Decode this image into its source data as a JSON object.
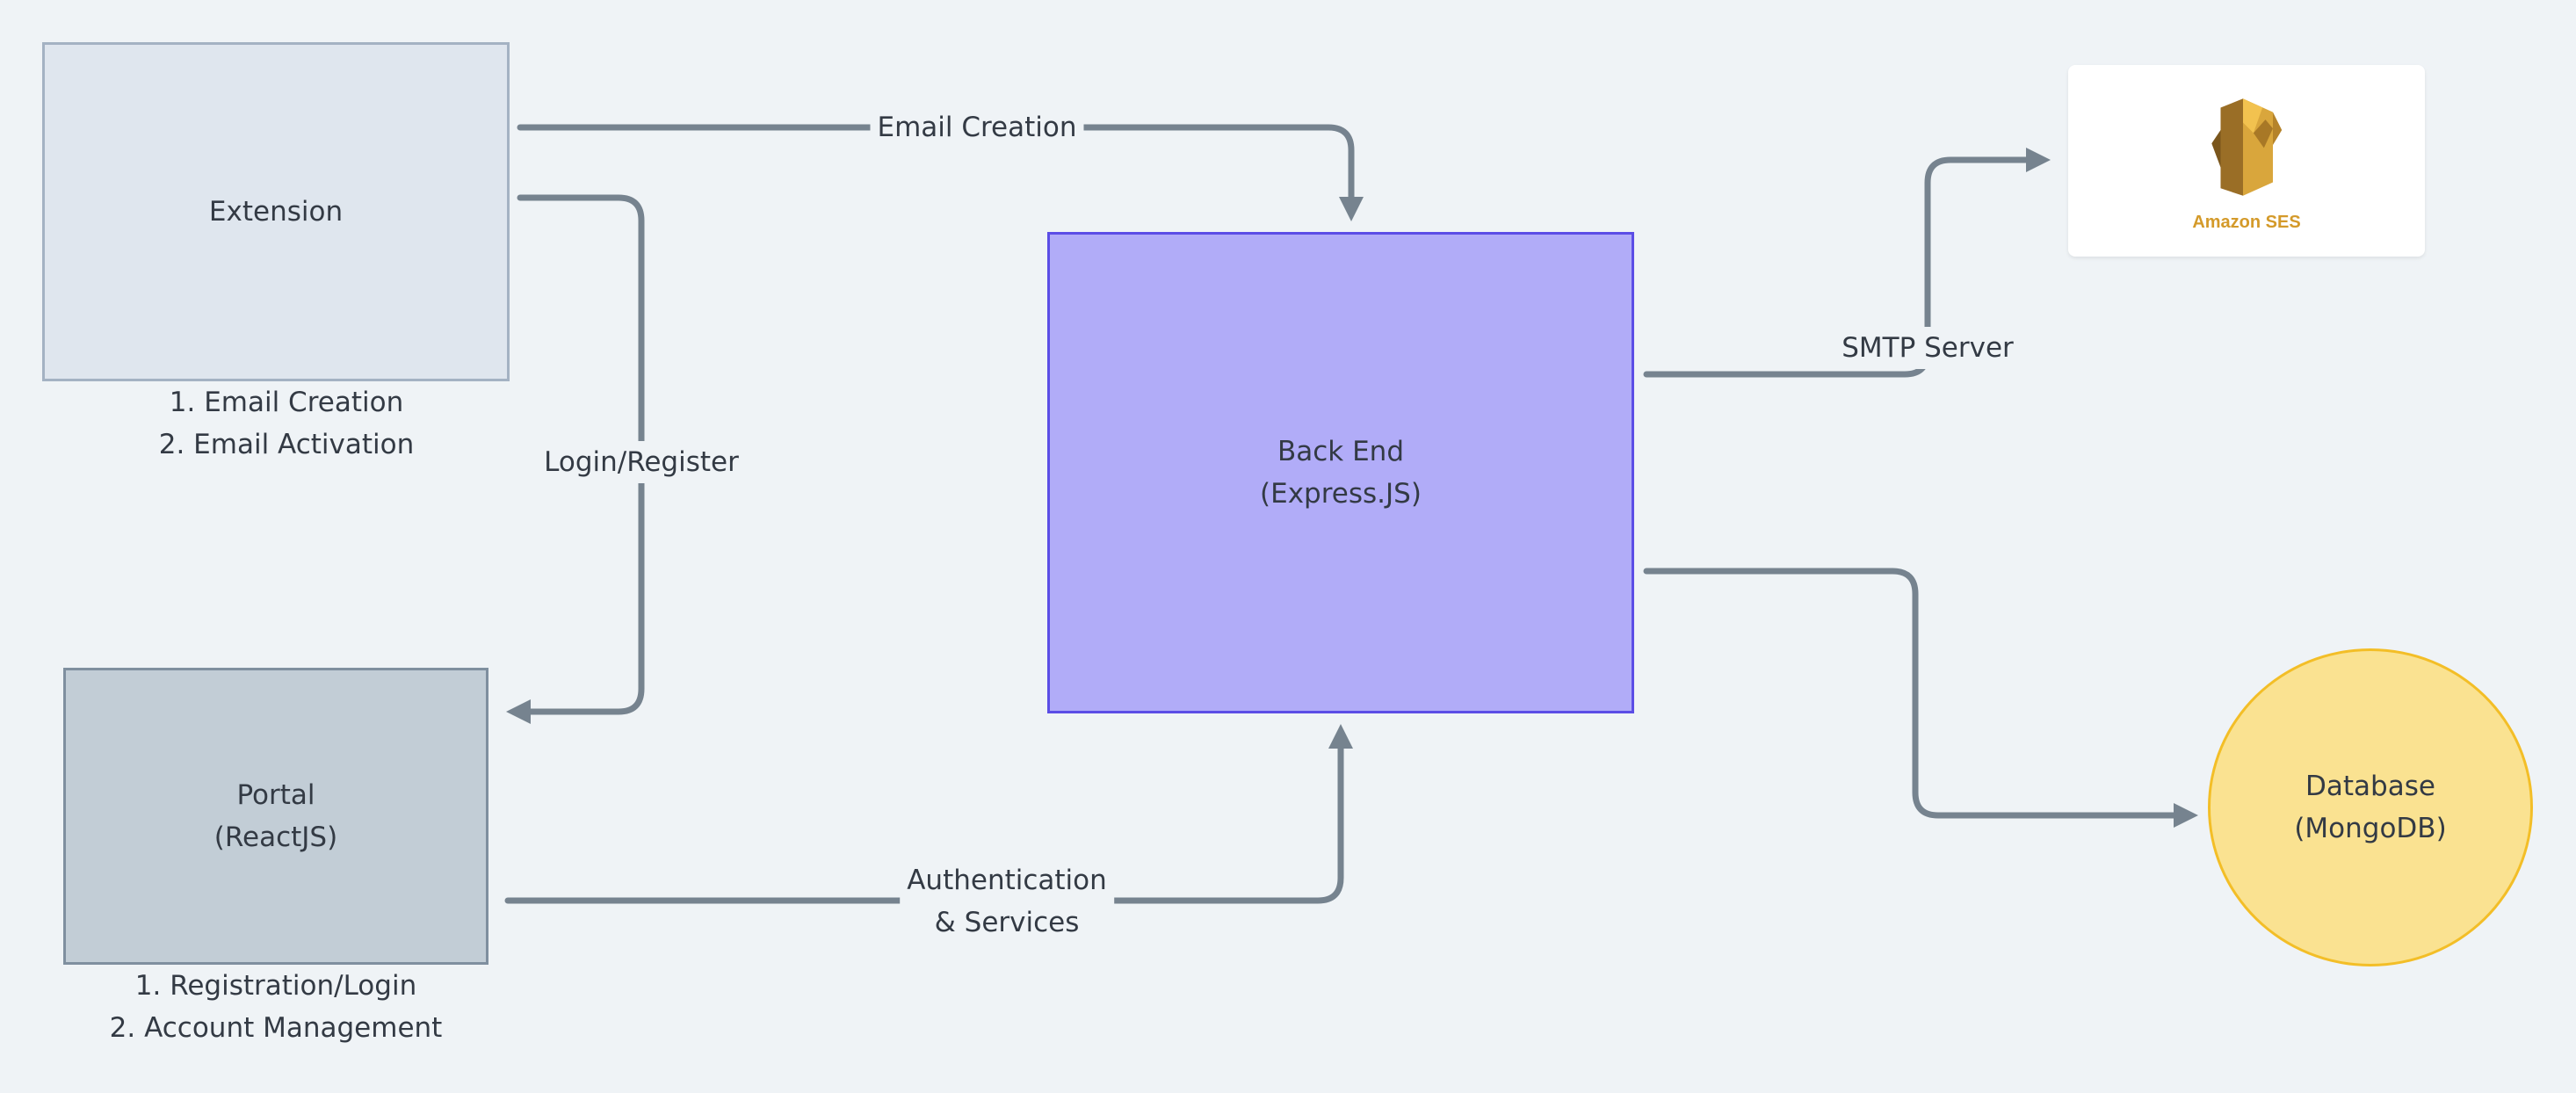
{
  "colors": {
    "background": "#eff3f6",
    "connector": "#76838f",
    "extension_fill": "#dfe6ee",
    "portal_fill": "#c2cdd6",
    "backend_fill": "#b1acf8",
    "database_fill": "#fae291",
    "ses_orange": "#d49a2a"
  },
  "nodes": {
    "extension": {
      "label": "Extension"
    },
    "portal": {
      "line1": "Portal",
      "line2": "(ReactJS)"
    },
    "backend": {
      "line1": "Back End",
      "line2": "(Express.JS)"
    },
    "database": {
      "line1": "Database",
      "line2": "(MongoDB)"
    },
    "ses": {
      "label": "Amazon SES",
      "icon": "amazon-ses-logo"
    }
  },
  "captions": {
    "extension": [
      "1. Email Creation",
      "2. Email Activation"
    ],
    "portal": [
      "1. Registration/Login",
      "2. Account Management"
    ]
  },
  "edges": {
    "email_creation": "Email Creation",
    "login_register": "Login/Register",
    "auth_line1": "Authentication",
    "auth_line2": "& Services",
    "smtp": "SMTP Server"
  }
}
